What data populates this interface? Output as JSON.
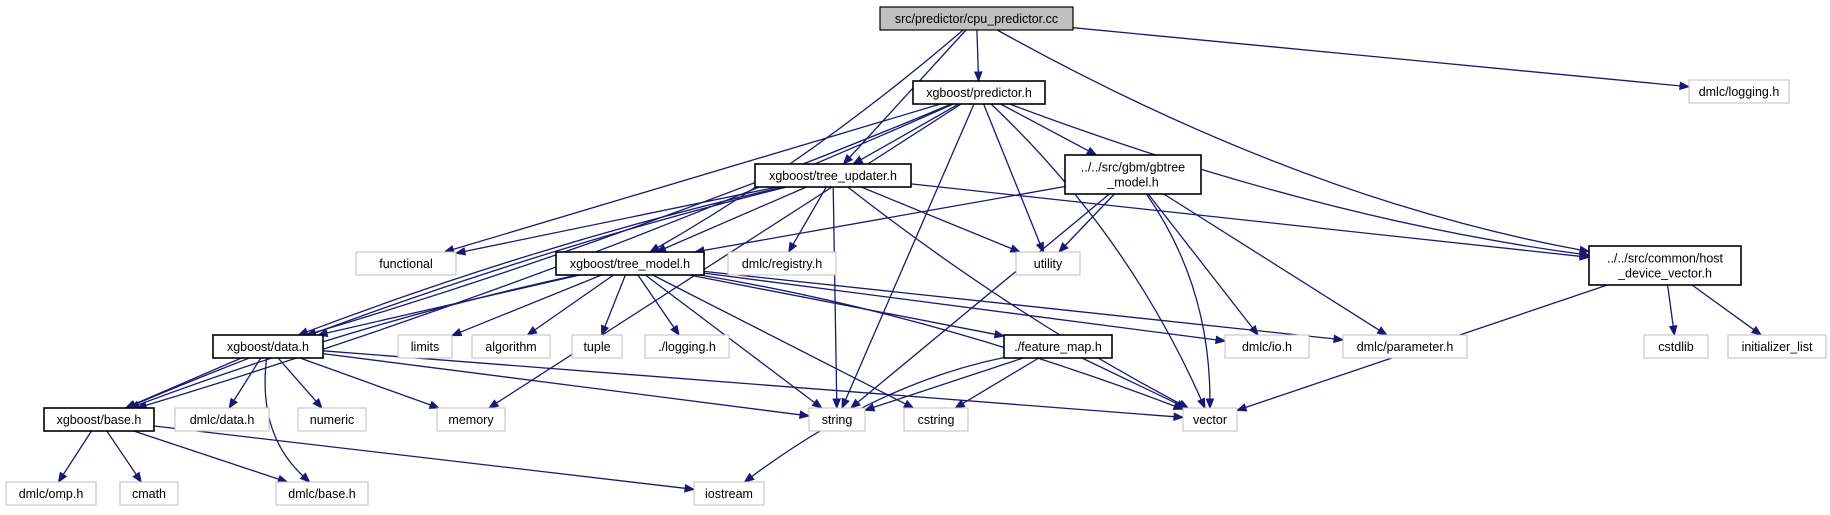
{
  "colors": {
    "edge": "#191970",
    "root_fill": "#c0c0c0",
    "local_border": "#000000",
    "system_border": "#bfbfbf"
  },
  "nodes": [
    {
      "id": "root",
      "label": [
        "src/predictor/cpu_predictor.cc"
      ],
      "kind": "root"
    },
    {
      "id": "predictor",
      "label": [
        "xgboost/predictor.h"
      ],
      "kind": "local"
    },
    {
      "id": "logging_dmlc",
      "label": [
        "dmlc/logging.h"
      ],
      "kind": "system"
    },
    {
      "id": "tree_updater",
      "label": [
        "xgboost/tree_updater.h"
      ],
      "kind": "local"
    },
    {
      "id": "gbtree_model",
      "label": [
        "../../src/gbm/gbtree",
        "_model.h"
      ],
      "kind": "local"
    },
    {
      "id": "host_device",
      "label": [
        "../../src/common/host",
        "_device_vector.h"
      ],
      "kind": "local"
    },
    {
      "id": "functional",
      "label": [
        "functional"
      ],
      "kind": "system"
    },
    {
      "id": "tree_model",
      "label": [
        "xgboost/tree_model.h"
      ],
      "kind": "local"
    },
    {
      "id": "registry",
      "label": [
        "dmlc/registry.h"
      ],
      "kind": "system"
    },
    {
      "id": "utility",
      "label": [
        "utility"
      ],
      "kind": "system"
    },
    {
      "id": "data",
      "label": [
        "xgboost/data.h"
      ],
      "kind": "local"
    },
    {
      "id": "limits",
      "label": [
        "limits"
      ],
      "kind": "system"
    },
    {
      "id": "algorithm",
      "label": [
        "algorithm"
      ],
      "kind": "system"
    },
    {
      "id": "tuple",
      "label": [
        "tuple"
      ],
      "kind": "system"
    },
    {
      "id": "logging_local",
      "label": [
        "./logging.h"
      ],
      "kind": "system"
    },
    {
      "id": "feature_map",
      "label": [
        "./feature_map.h"
      ],
      "kind": "local"
    },
    {
      "id": "dmlc_io",
      "label": [
        "dmlc/io.h"
      ],
      "kind": "system"
    },
    {
      "id": "dmlc_parameter",
      "label": [
        "dmlc/parameter.h"
      ],
      "kind": "system"
    },
    {
      "id": "cstdlib",
      "label": [
        "cstdlib"
      ],
      "kind": "system"
    },
    {
      "id": "initializer_list",
      "label": [
        "initializer_list"
      ],
      "kind": "system"
    },
    {
      "id": "base",
      "label": [
        "xgboost/base.h"
      ],
      "kind": "local"
    },
    {
      "id": "dmlc_data",
      "label": [
        "dmlc/data.h"
      ],
      "kind": "system"
    },
    {
      "id": "numeric",
      "label": [
        "numeric"
      ],
      "kind": "system"
    },
    {
      "id": "memory",
      "label": [
        "memory"
      ],
      "kind": "system"
    },
    {
      "id": "string",
      "label": [
        "string"
      ],
      "kind": "system"
    },
    {
      "id": "cstring",
      "label": [
        "cstring"
      ],
      "kind": "system"
    },
    {
      "id": "vector",
      "label": [
        "vector"
      ],
      "kind": "system"
    },
    {
      "id": "dmlc_omp",
      "label": [
        "dmlc/omp.h"
      ],
      "kind": "system"
    },
    {
      "id": "cmath",
      "label": [
        "cmath"
      ],
      "kind": "system"
    },
    {
      "id": "dmlc_base",
      "label": [
        "dmlc/base.h"
      ],
      "kind": "system"
    },
    {
      "id": "iostream",
      "label": [
        "iostream"
      ],
      "kind": "system"
    }
  ],
  "edges": [
    [
      "root",
      "predictor"
    ],
    [
      "root",
      "logging_dmlc"
    ],
    [
      "root",
      "tree_updater"
    ],
    [
      "root",
      "tree_model"
    ],
    [
      "root",
      "host_device"
    ],
    [
      "predictor",
      "base"
    ],
    [
      "predictor",
      "data"
    ],
    [
      "predictor",
      "memory"
    ],
    [
      "predictor",
      "functional"
    ],
    [
      "predictor",
      "tree_updater"
    ],
    [
      "predictor",
      "gbtree_model"
    ],
    [
      "predictor",
      "string"
    ],
    [
      "predictor",
      "utility"
    ],
    [
      "predictor",
      "vector"
    ],
    [
      "predictor",
      "host_device"
    ],
    [
      "tree_updater",
      "functional"
    ],
    [
      "tree_updater",
      "base"
    ],
    [
      "tree_updater",
      "data"
    ],
    [
      "tree_updater",
      "tree_model"
    ],
    [
      "tree_updater",
      "registry"
    ],
    [
      "tree_updater",
      "string"
    ],
    [
      "tree_updater",
      "utility"
    ],
    [
      "tree_updater",
      "vector"
    ],
    [
      "tree_updater",
      "host_device"
    ],
    [
      "gbtree_model",
      "tree_model"
    ],
    [
      "gbtree_model",
      "utility"
    ],
    [
      "gbtree_model",
      "string"
    ],
    [
      "gbtree_model",
      "dmlc_io"
    ],
    [
      "gbtree_model",
      "dmlc_parameter"
    ],
    [
      "gbtree_model",
      "vector"
    ],
    [
      "host_device",
      "cstdlib"
    ],
    [
      "host_device",
      "initializer_list"
    ],
    [
      "host_device",
      "vector"
    ],
    [
      "tree_model",
      "base"
    ],
    [
      "tree_model",
      "data"
    ],
    [
      "tree_model",
      "limits"
    ],
    [
      "tree_model",
      "algorithm"
    ],
    [
      "tree_model",
      "tuple"
    ],
    [
      "tree_model",
      "logging_local"
    ],
    [
      "tree_model",
      "feature_map"
    ],
    [
      "tree_model",
      "dmlc_io"
    ],
    [
      "tree_model",
      "dmlc_parameter"
    ],
    [
      "tree_model",
      "string"
    ],
    [
      "tree_model",
      "cstring"
    ],
    [
      "tree_model",
      "vector"
    ],
    [
      "data",
      "base"
    ],
    [
      "data",
      "dmlc_data"
    ],
    [
      "data",
      "numeric"
    ],
    [
      "data",
      "memory"
    ],
    [
      "data",
      "string"
    ],
    [
      "data",
      "vector"
    ],
    [
      "data",
      "dmlc_base"
    ],
    [
      "feature_map",
      "string"
    ],
    [
      "feature_map",
      "cstring"
    ],
    [
      "feature_map",
      "vector"
    ],
    [
      "feature_map",
      "iostream"
    ],
    [
      "base",
      "dmlc_omp"
    ],
    [
      "base",
      "cmath"
    ],
    [
      "base",
      "dmlc_base"
    ],
    [
      "base",
      "iostream"
    ]
  ]
}
